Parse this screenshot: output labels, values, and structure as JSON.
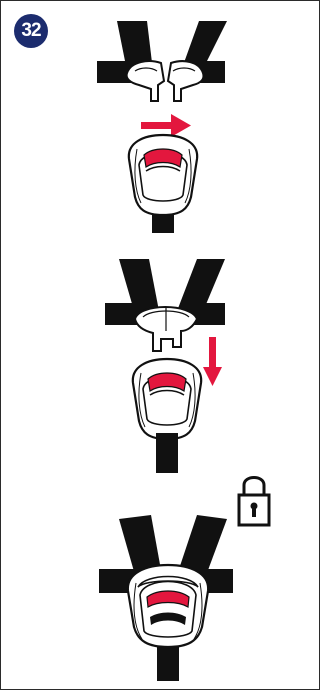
{
  "step": {
    "number": "32"
  },
  "colors": {
    "strap": "#111111",
    "arrow": "#e3173e",
    "buckle_fill": "#ffffff",
    "badge": "#1c2c6e"
  },
  "panels": [
    {
      "name": "separate-tongues",
      "arrow": "right-arrow-icon"
    },
    {
      "name": "join-tongues-insert",
      "arrow": "down-arrow-icon"
    },
    {
      "name": "buckled-locked",
      "icon": "padlock-icon"
    }
  ]
}
